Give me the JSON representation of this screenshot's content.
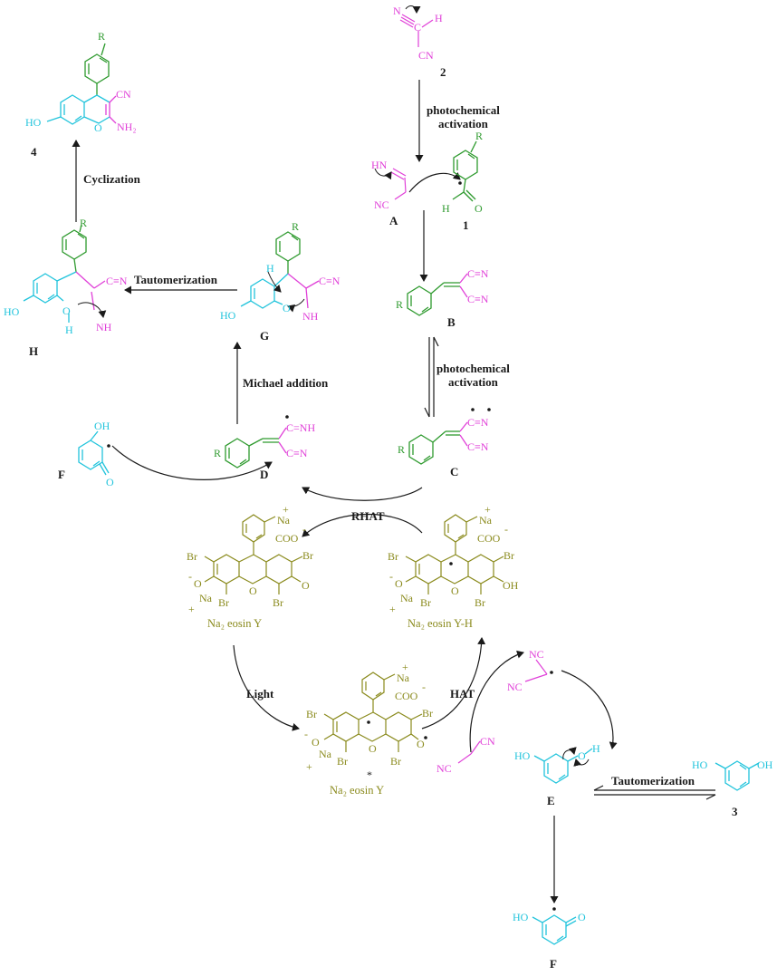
{
  "colors": {
    "cyan": "#22c4dc",
    "magenta": "#e040d8",
    "green": "#2e9a2e",
    "olive": "#8a8a1c",
    "arrow": "#1a1a1a"
  },
  "compounds": {
    "c1": "1",
    "c2": "2",
    "c3": "3",
    "c4": "4",
    "A": "A",
    "B": "B",
    "C": "C",
    "D": "D",
    "E": "E",
    "F_left": "F",
    "F_bottom": "F",
    "G": "G",
    "H": "H"
  },
  "steps": {
    "photo1_line1": "photochemical",
    "photo1_line2": "activation",
    "photo2_line1": "photochemical",
    "photo2_line2": "activation",
    "cyclization": "Cyclization",
    "tautomerization_top": "Tautomerization",
    "tautomerization_bottom": "Tautomerization",
    "michael": "Michael addition",
    "rhat": "RHAT",
    "hat": "HAT",
    "light": "Light"
  },
  "dye": {
    "eosin": "Na₂ eosin Y",
    "eosin_h": "Na₂ eosin Y-H",
    "eosin_star": "Na₂ eosin Y",
    "star": "*"
  },
  "atoms": {
    "r": "R",
    "cn": "CN",
    "nh2": "NH₂",
    "ho": "HO",
    "oh": "OH",
    "o": "O",
    "h": "H",
    "nc": "NC",
    "hn": "HN",
    "nh": "NH",
    "cn_triple": "C≡N",
    "c_nh": "C=NH",
    "c_triple_n": "C≡N",
    "n": "N",
    "c": "C",
    "br": "Br",
    "na": "Na",
    "coo": "COO",
    "plus": "+",
    "minus": "-"
  }
}
